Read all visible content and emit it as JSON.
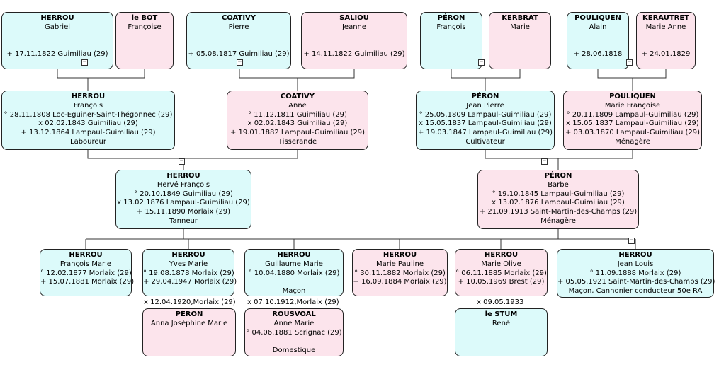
{
  "people": [
    {
      "id": "herrou-gabriel",
      "sex": "male",
      "surname": "HERROU",
      "given": "Gabriel",
      "lines": [
        "",
        "",
        "+ 17.11.1822 Guimiliau (29)"
      ]
    },
    {
      "id": "lebot-francoise",
      "sex": "female",
      "surname": "le BOT",
      "given": "Françoise",
      "lines": []
    },
    {
      "id": "coativy-pierre",
      "sex": "male",
      "surname": "COATIVY",
      "given": "Pierre",
      "lines": [
        "",
        "",
        "+ 05.08.1817 Guimiliau (29)"
      ]
    },
    {
      "id": "saliou-jeanne",
      "sex": "female",
      "surname": "SALIOU",
      "given": "Jeanne",
      "lines": [
        "",
        "",
        "+ 14.11.1822 Guimiliau (29)"
      ]
    },
    {
      "id": "peron-francois",
      "sex": "male",
      "surname": "PÉRON",
      "given": "François",
      "lines": []
    },
    {
      "id": "kerbrat-marie",
      "sex": "female",
      "surname": "KERBRAT",
      "given": "Marie",
      "lines": []
    },
    {
      "id": "pouliquen-alain",
      "sex": "male",
      "surname": "POULIQUEN",
      "given": "Alain",
      "lines": [
        "",
        "",
        "+ 28.06.1818"
      ]
    },
    {
      "id": "kerautret-mariea",
      "sex": "female",
      "surname": "KERAUTRET",
      "given": "Marie Anne",
      "lines": [
        "",
        "",
        "+ 24.01.1829"
      ]
    },
    {
      "id": "herrou-francois",
      "sex": "male",
      "surname": "HERROU",
      "given": "François",
      "lines": [
        "° 28.11.1808 Loc-Eguiner-Saint-Thégonnec (29)",
        "x 02.02.1843 Guimiliau (29)",
        "+ 13.12.1864 Lampaul-Guimiliau (29)",
        "Laboureur"
      ]
    },
    {
      "id": "coativy-anne",
      "sex": "female",
      "surname": "COATIVY",
      "given": "Anne",
      "lines": [
        "° 11.12.1811 Guimiliau (29)",
        "x 02.02.1843 Guimiliau (29)",
        "+ 19.01.1882 Lampaul-Guimiliau (29)",
        "Tisserande"
      ]
    },
    {
      "id": "peron-jeanp",
      "sex": "male",
      "surname": "PÉRON",
      "given": "Jean Pierre",
      "lines": [
        "° 25.05.1809 Lampaul-Guimiliau (29)",
        "x 15.05.1837 Lampaul-Guimiliau (29)",
        "+ 19.03.1847 Lampaul-Guimiliau (29)",
        "Cultivateur"
      ]
    },
    {
      "id": "pouliquen-mariefr",
      "sex": "female",
      "surname": "POULIQUEN",
      "given": "Marie Françoise",
      "lines": [
        "° 20.11.1809 Lampaul-Guimiliau (29)",
        "x 15.05.1837 Lampaul-Guimiliau (29)",
        "+ 03.03.1870 Lampaul-Guimiliau (29)",
        "Ménagère"
      ]
    },
    {
      "id": "herrou-hervef",
      "sex": "male",
      "surname": "HERROU",
      "given": "Hervé François",
      "lines": [
        "° 20.10.1849 Guimiliau (29)",
        "x 13.02.1876 Lampaul-Guimiliau (29)",
        "+ 15.11.1890 Morlaix (29)",
        "Tanneur"
      ]
    },
    {
      "id": "peron-barbe",
      "sex": "female",
      "surname": "PÉRON",
      "given": "Barbe",
      "lines": [
        "° 19.10.1845 Lampaul-Guimiliau (29)",
        "x 13.02.1876 Lampaul-Guimiliau (29)",
        "+ 21.09.1913 Saint-Martin-des-Champs (29)",
        "Ménagère"
      ]
    },
    {
      "id": "herrou-francoism",
      "sex": "male",
      "surname": "HERROU",
      "given": "François Marie",
      "lines": [
        "° 12.02.1877 Morlaix (29)",
        "+ 15.07.1881 Morlaix (29)"
      ]
    },
    {
      "id": "herrou-yvesm",
      "sex": "male",
      "surname": "HERROU",
      "given": "Yves Marie",
      "lines": [
        "° 19.08.1878 Morlaix (29)",
        "+ 29.04.1947 Morlaix (29)"
      ]
    },
    {
      "id": "herrou-guillaumem",
      "sex": "male",
      "surname": "HERROU",
      "given": "Guillaume Marie",
      "lines": [
        "° 10.04.1880 Morlaix (29)",
        "",
        "Maçon"
      ]
    },
    {
      "id": "herrou-mariep",
      "sex": "female",
      "surname": "HERROU",
      "given": "Marie Pauline",
      "lines": [
        "° 30.11.1882 Morlaix (29)",
        "+ 16.09.1884 Morlaix (29)"
      ]
    },
    {
      "id": "herrou-marieo",
      "sex": "female",
      "surname": "HERROU",
      "given": "Marie Olive",
      "lines": [
        "° 06.11.1885 Morlaix (29)",
        "+ 10.05.1969 Brest (29)"
      ]
    },
    {
      "id": "herrou-jeanl",
      "sex": "male",
      "surname": "HERROU",
      "given": "Jean Louis",
      "lines": [
        "° 11.09.1888 Morlaix (29)",
        "+ 05.05.1921 Saint-Martin-des-Champs (29)",
        "Maçon, Cannonier conducteur 50e RA"
      ]
    },
    {
      "id": "peron-annajm",
      "sex": "female",
      "surname": "PÉRON",
      "given": "Anna Joséphine Marie",
      "lines": []
    },
    {
      "id": "rousvoal-annem",
      "sex": "female",
      "surname": "ROUSVOAL",
      "given": "Anne Marie",
      "lines": [
        "° 04.06.1881 Scrignac (29)",
        "",
        "Domestique"
      ]
    },
    {
      "id": "lestum-rene",
      "sex": "male",
      "surname": "le STUM",
      "given": "René",
      "lines": []
    }
  ],
  "marriages": [
    {
      "id": "m-yves",
      "text": "x 12.04.1920,Morlaix (29)"
    },
    {
      "id": "m-guillaume",
      "text": "x 07.10.1912,Morlaix (29)"
    },
    {
      "id": "m-marieo",
      "text": "x 09.05.1933"
    }
  ],
  "toggle_symbol": "−",
  "colors": {
    "male": "#dcfafa",
    "female": "#fce4ec",
    "border": "#222222",
    "line": "#333333"
  }
}
